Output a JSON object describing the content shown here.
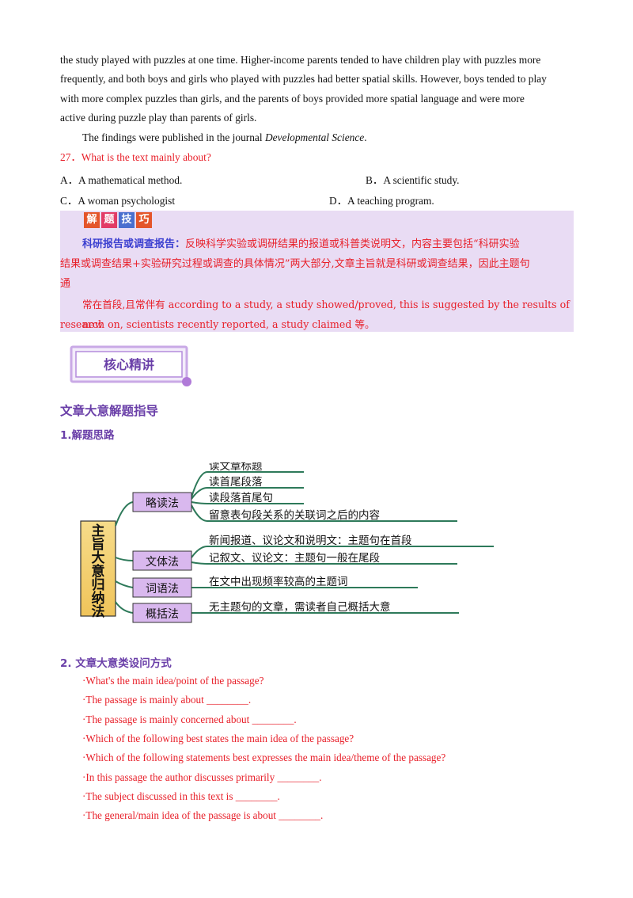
{
  "passage": {
    "line1": "the study played with puzzles at one time. Higher-income parents tended to have children play with puzzles more",
    "line2": "frequently, and both boys and girls who played with puzzles had better spatial skills. However, boys tended to play",
    "line3": "with more complex puzzles than girls, and the parents of boys provided more spatial language and were more",
    "line4": "active during puzzle play than parents of girls.",
    "line5_prefix": "The findings were published in the journal ",
    "line5_journal": "Developmental Science",
    "line5_suffix": "."
  },
  "question": {
    "text": "27．What is the text mainly about?",
    "option_a": "A．A mathematical method.",
    "option_b": "B．A scientific study.",
    "option_c": "C．A woman psychologist",
    "option_d": "D．A teaching program."
  },
  "tips": {
    "badge_chars": [
      "解",
      "题",
      "技",
      "巧"
    ],
    "badge_colors": [
      "#e4552b",
      "#e23b66",
      "#4a6fcf",
      "#e4552b"
    ],
    "bold_title": "科研报告或调查报告：",
    "line1_rest": "反映科学实验或调研结果的报道或科普类说明文，内容主要包括“科研实验",
    "line2": "结果或调查结果+实验研究过程或调查的具体情况”两大部分,文章主旨就是科研或调查结果，因此主题句",
    "line3": "通",
    "line4": "常在首段,且常伴有  according to a study, a study showed/proved, this is suggested by the results of new",
    "line5": "research on, scientists recently reported, a study claimed 等。"
  },
  "section_banner": "核心精讲",
  "heading1": "文章大意解题指导",
  "heading2": "1.解题思路",
  "diagram": {
    "root": "主旨大意归纳法",
    "methods": [
      {
        "label": "略读法",
        "items": [
          "读文章标题",
          "读首尾段落",
          "读段落首尾句",
          "留意表句段关系的关联词之后的内容"
        ]
      },
      {
        "label": "文体法",
        "items": [
          "新闻报道、议论文和说明文：主题句在首段",
          "记叙文、议论文：主题句一般在尾段"
        ]
      },
      {
        "label": "词语法",
        "items": [
          "在文中出现频率较高的主题词"
        ]
      },
      {
        "label": "概括法",
        "items": [
          "无主题句的文章，需读者自己概括大意"
        ]
      }
    ]
  },
  "heading3": "2. 文章大意类设问方式",
  "question_forms": [
    "·What's the main idea/point of the passage?",
    "·The passage is mainly about ________.",
    "·The passage is mainly concerned about ________.",
    "·Which of the following best states the main idea of the passage?",
    "·Which of the following statements best expresses the main idea/theme of the passage?",
    "·In this passage the author discusses primarily ________.",
    "·The subject discussed in this text is ________.",
    "·The general/main idea of the passage is about ________."
  ]
}
